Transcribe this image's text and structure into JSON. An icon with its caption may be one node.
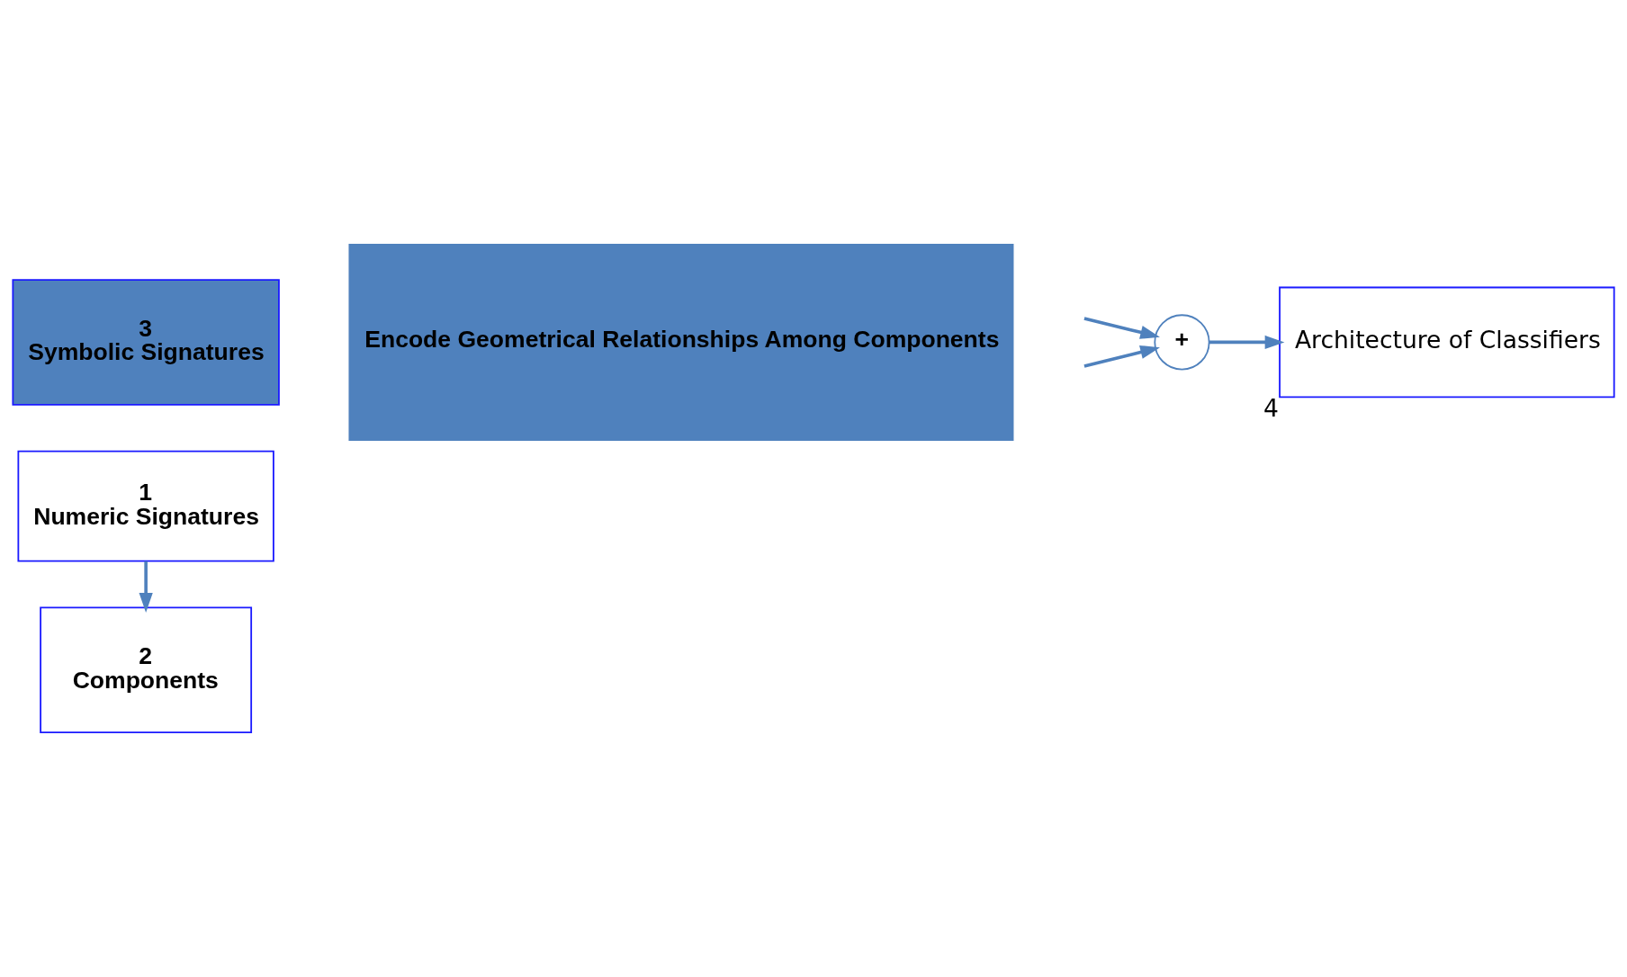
{
  "diagram": {
    "nodes": [
      {
        "text": [
          "1",
          "Numeric Signatures"
        ]
      },
      {
        "text": [
          "2",
          "Components"
        ]
      },
      {
        "text": [
          "3",
          "Symbolic Signatures"
        ]
      },
      {
        "text": [
          "Encode Geometrical Relationships Among Components"
        ]
      },
      {
        "text": [
          "+"
        ]
      },
      {
        "text": [
          "Architecture of Classifiers"
        ],
        "beside": [
          "4"
        ]
      }
    ],
    "edges": [
      {
        "from": 0,
        "to": 1,
        "arrow": "to"
      },
      {
        "from": null,
        "to": 4,
        "arrow": "to"
      },
      {
        "from": null,
        "to": 4,
        "arrow": "to"
      },
      {
        "from": 4,
        "to": 5,
        "arrow": "to"
      }
    ]
  }
}
